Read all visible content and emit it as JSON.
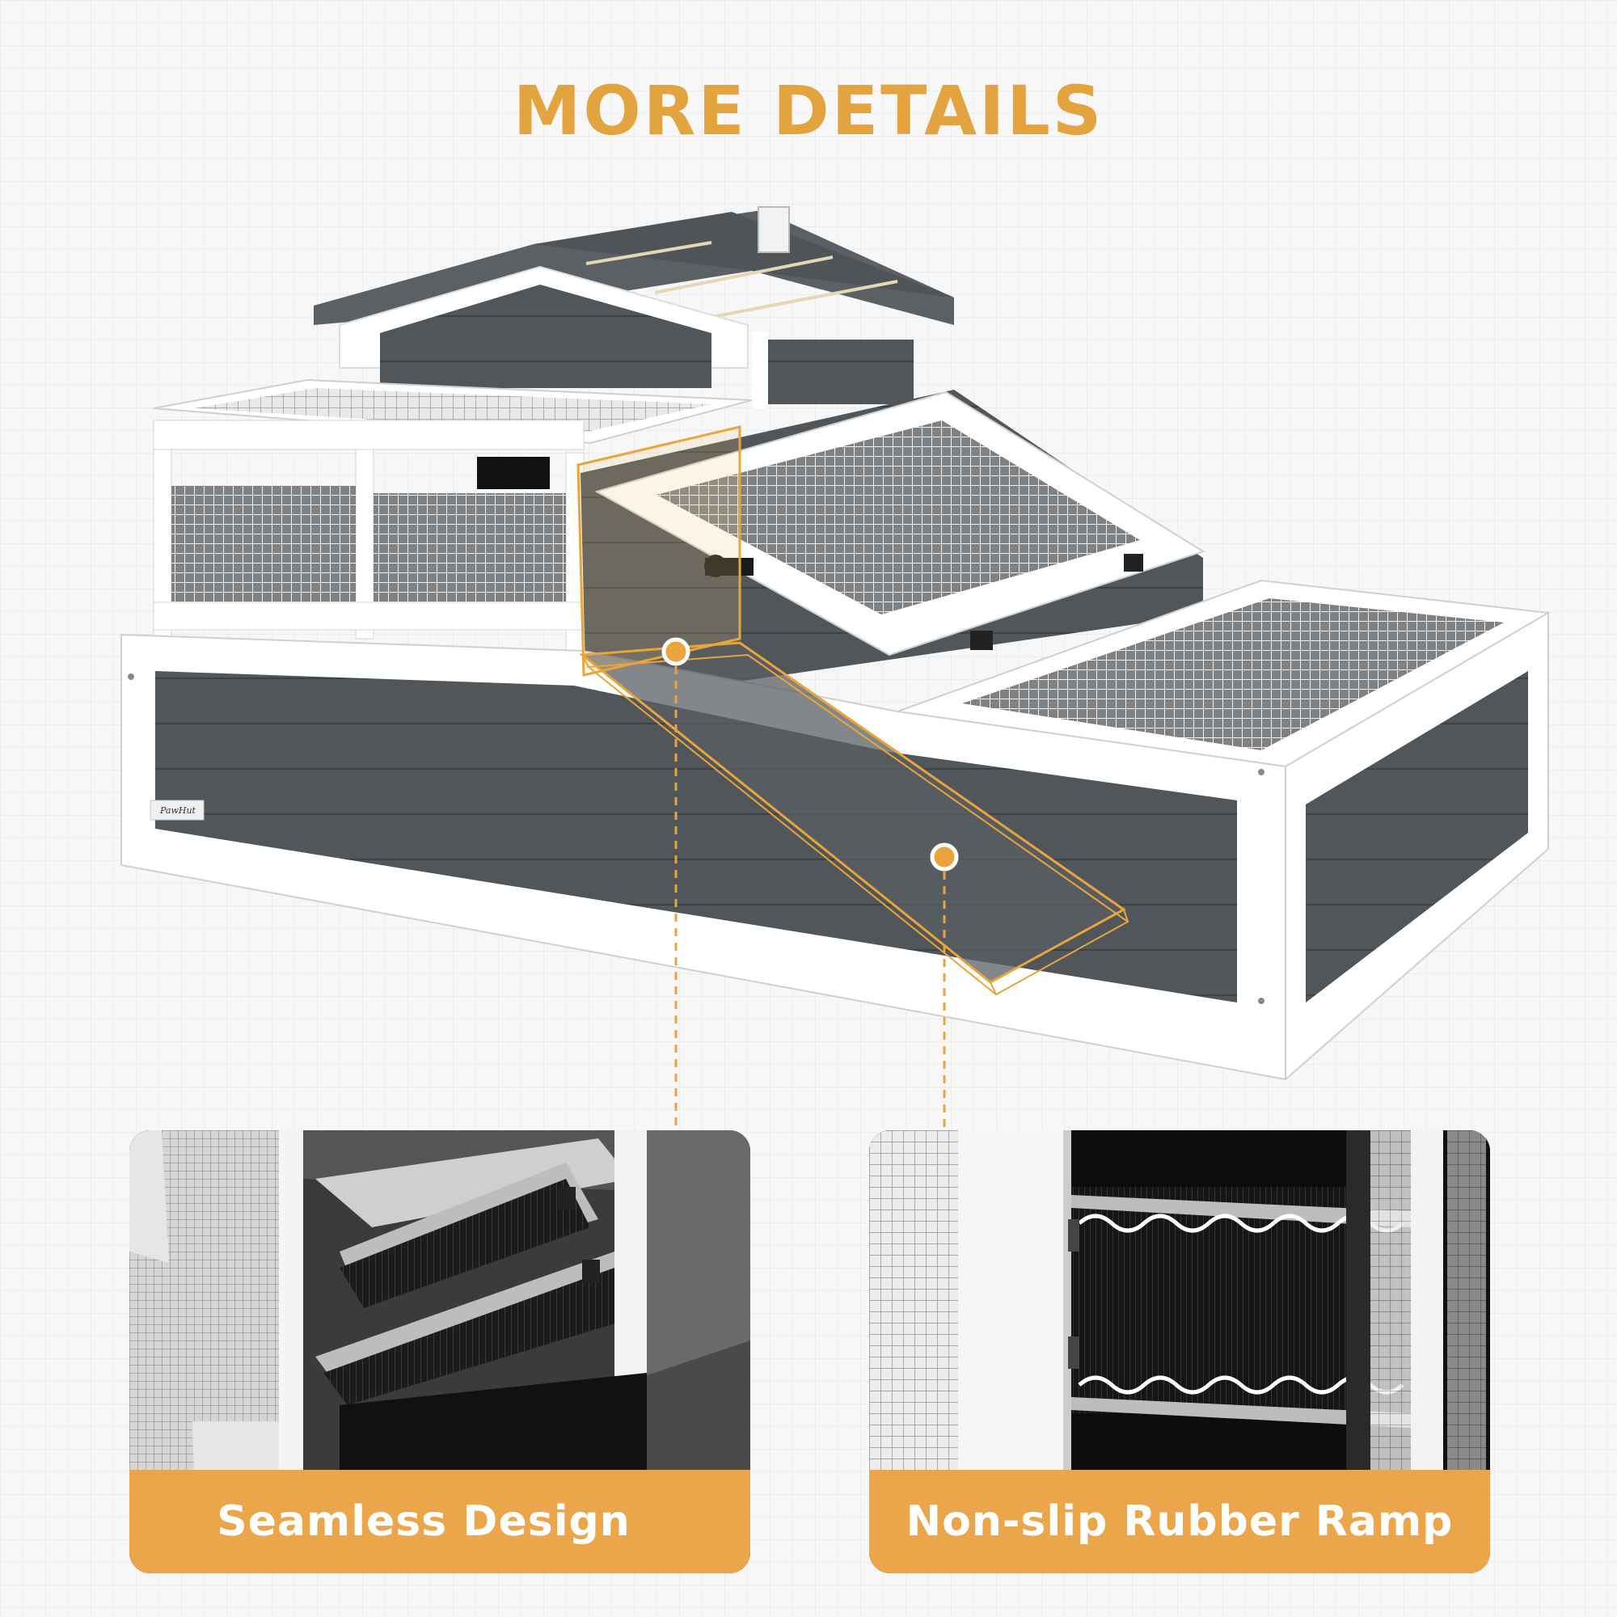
{
  "title": "MORE DETAILS",
  "brand_logo": "PawHut",
  "colors": {
    "accent": "#e3a33f",
    "caption_bg": "#eba54a",
    "wood_grey": "#4f5559",
    "frame_white": "#ffffff"
  },
  "details": [
    {
      "label": "Seamless Design"
    },
    {
      "label": "Non-slip Rubber Ramp"
    }
  ]
}
